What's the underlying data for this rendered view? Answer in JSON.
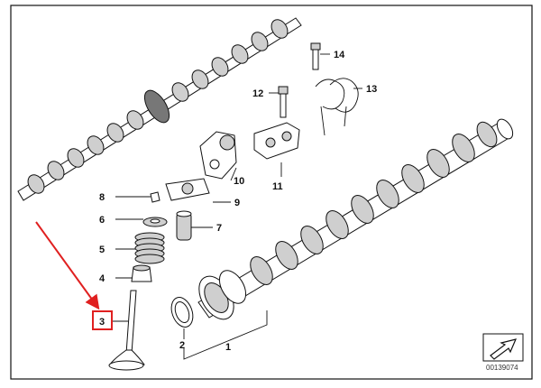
{
  "diagram": {
    "callouts": {
      "c1": "1",
      "c2": "2",
      "c3": "3",
      "c4": "4",
      "c5": "5",
      "c6": "6",
      "c7": "7",
      "c8": "8",
      "c9": "9",
      "c10": "10",
      "c11": "11",
      "c12": "12",
      "c13": "13",
      "c14": "14"
    },
    "doc_number": "00139074",
    "highlight_color": "#e02020",
    "line_color": "#111111"
  }
}
